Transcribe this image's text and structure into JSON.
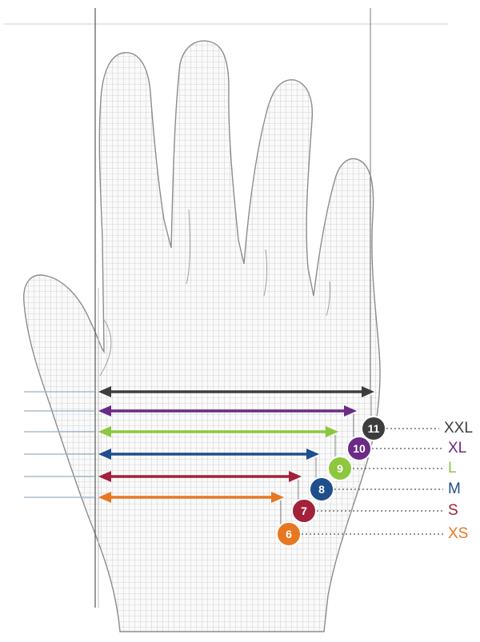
{
  "colors": {
    "hand_mesh": "#9a9a9a",
    "guide_line": "#555555",
    "left_tick": "#9bb0c4",
    "dotted": "#555555"
  },
  "sizes": [
    {
      "number": "11",
      "label": "XXL",
      "color": "#3d3d3d"
    },
    {
      "number": "10",
      "label": "XL",
      "color": "#6b2a85"
    },
    {
      "number": "9",
      "label": "L",
      "color": "#8dc63f"
    },
    {
      "number": "8",
      "label": "M",
      "color": "#1f4e8c"
    },
    {
      "number": "7",
      "label": "S",
      "color": "#a3213a"
    },
    {
      "number": "6",
      "label": "XS",
      "color": "#e87722"
    }
  ]
}
